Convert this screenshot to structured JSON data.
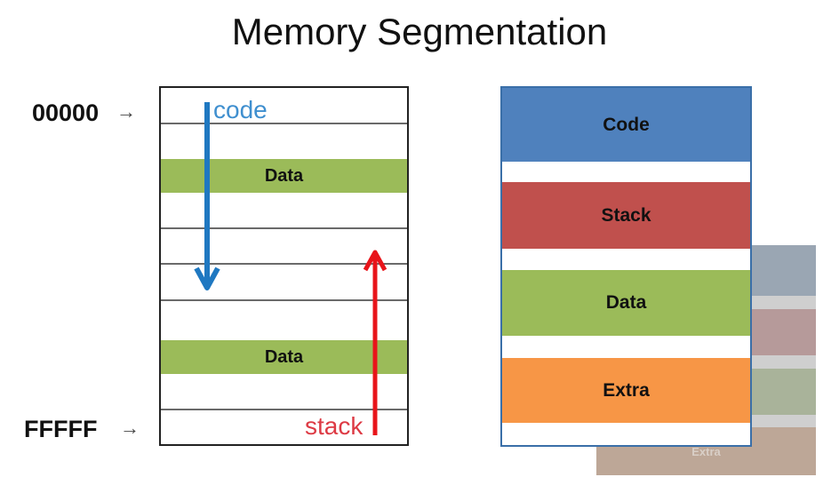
{
  "title": "Memory Segmentation",
  "left_diagram": {
    "start_address": "00000",
    "end_address": "FFFFF",
    "arrow_glyph": "→",
    "data_bands": [
      {
        "label": "Data",
        "color": "#9bbb59"
      },
      {
        "label": "Data",
        "color": "#9bbb59"
      }
    ],
    "code_arrow": {
      "label": "code",
      "color": "#1f78c1",
      "direction": "down"
    },
    "stack_arrow": {
      "label": "stack",
      "color": "#e8141a",
      "direction": "up"
    }
  },
  "right_diagram": {
    "segments": [
      {
        "label": "Code",
        "color": "#4f81bd"
      },
      {
        "label": "Stack",
        "color": "#c0504d"
      },
      {
        "label": "Data",
        "color": "#9bbb59"
      },
      {
        "label": "Extra",
        "color": "#f79646"
      }
    ],
    "shadow_label": "Extra"
  }
}
